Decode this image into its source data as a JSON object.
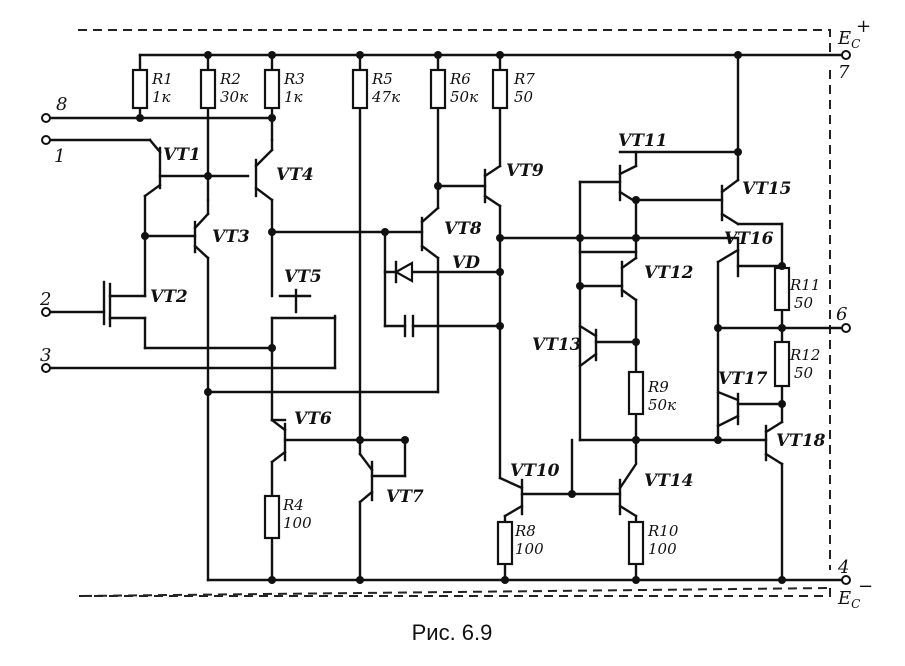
{
  "caption": "Рис. 6.9",
  "supply": {
    "positive_main": "E",
    "positive_sub": "C",
    "positive_sign": "+",
    "negative_main": "E",
    "negative_sub": "C",
    "negative_sign": "−"
  },
  "pins": [
    "8",
    "1",
    "2",
    "3",
    "7",
    "6",
    "4"
  ],
  "transistors": [
    "VT1",
    "VT2",
    "VT3",
    "VT4",
    "VT5",
    "VT6",
    "VT7",
    "VT8",
    "VT9",
    "VT10",
    "VT11",
    "VT12",
    "VT13",
    "VT14",
    "VT15",
    "VT16",
    "VT17",
    "VT18"
  ],
  "diode": "VD",
  "resistors": [
    {
      "name": "R1",
      "value": "1к"
    },
    {
      "name": "R2",
      "value": "30к"
    },
    {
      "name": "R3",
      "value": "1к"
    },
    {
      "name": "R4",
      "value": "100"
    },
    {
      "name": "R5",
      "value": "47к"
    },
    {
      "name": "R6",
      "value": "50к"
    },
    {
      "name": "R7",
      "value": "50"
    },
    {
      "name": "R8",
      "value": "100"
    },
    {
      "name": "R9",
      "value": "50к"
    },
    {
      "name": "R10",
      "value": "100"
    },
    {
      "name": "R11",
      "value": "50"
    },
    {
      "name": "R12",
      "value": "50"
    }
  ]
}
